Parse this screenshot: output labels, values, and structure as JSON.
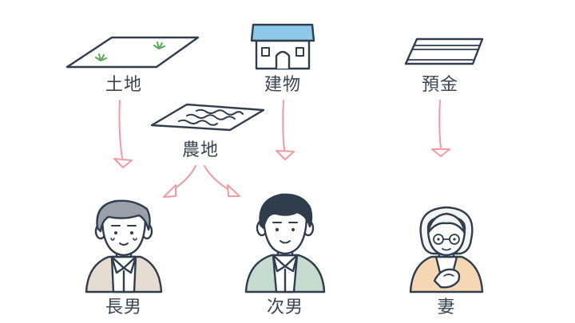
{
  "assets": {
    "land": {
      "label": "土地",
      "icon": "land-icon"
    },
    "building": {
      "label": "建物",
      "icon": "house-icon"
    },
    "deposit": {
      "label": "預金",
      "icon": "bankbook-icon"
    },
    "farmland": {
      "label": "農地",
      "icon": "farmland-document-icon"
    }
  },
  "heirs": {
    "eldest_son": {
      "label": "長男",
      "icon": "elderly-man-icon"
    },
    "second_son": {
      "label": "次男",
      "icon": "middle-aged-man-icon"
    },
    "wife": {
      "label": "妻",
      "icon": "elderly-woman-icon"
    }
  },
  "colors": {
    "line": "#2f3d4d",
    "arrow": "#f09aa3",
    "grass": "#5aa852",
    "roof": "#8fc9ea",
    "vest": "#e6ddd2",
    "shirt_green": "#c6dccf",
    "cardigan": "#f6d7b3",
    "skin": "#ffffff",
    "hair_gray": "#9aa0a8",
    "hair_dark": "#2f3d4d",
    "hair_white": "#f4f4f4"
  }
}
